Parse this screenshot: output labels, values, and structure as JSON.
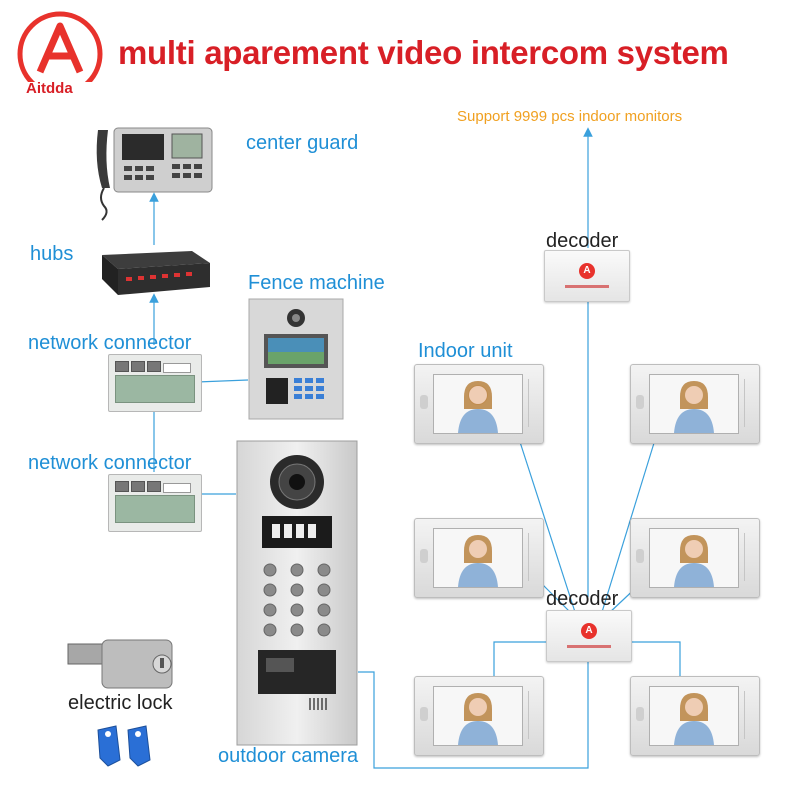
{
  "header": {
    "title": "multi aparement video intercom system",
    "logo_text": "Aitdda"
  },
  "labels": {
    "center_guard": "center guard",
    "hubs": "hubs",
    "fence_machine": "Fence machine",
    "network_connector_1": "network connector",
    "network_connector_2": "network connector",
    "electric_lock": "electric lock",
    "outdoor_camera": "outdoor camera",
    "indoor_unit": "Indoor unit",
    "decoder_top": "decoder",
    "decoder_bottom": "decoder",
    "support_note": "Support 9999 pcs indoor monitors"
  },
  "colors": {
    "title": "#d81f26",
    "label": "#1f8fd6",
    "note": "#f0a020",
    "line": "#3aa0dc"
  }
}
